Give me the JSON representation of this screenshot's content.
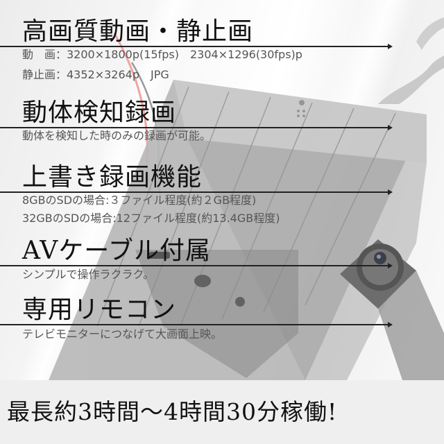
{
  "sections": [
    {
      "title": "高画質動画・静止画",
      "lines": [
        "動　画：3200×1800p(15fps)　2304×1296(30fps)p",
        "静止画：4352×3264p　JPG"
      ]
    },
    {
      "title": "動体検知録画",
      "lines": [
        "動体を検知した時のみの録画が可能。"
      ]
    },
    {
      "title": "上書き録画機能",
      "lines": [
        "8GBのSDの場合:３ファイル程度(約２GB程度)",
        "32GBのSDの場合:12ファイル程度(約13.4GB程度)"
      ]
    },
    {
      "title": "AVケーブル付属",
      "lines": [
        "シンプルで操作ラクラク。"
      ]
    },
    {
      "title": "専用リモコン",
      "lines": [
        "テレビモニターにつなげて大画面上映。"
      ]
    }
  ],
  "footer": {
    "headline": "最長約3時間〜4時間30分稼働!"
  },
  "colors": {
    "title_text": "#111111",
    "sub_text": "#555555",
    "rule": "#222222",
    "device_body": "#b4b4b4",
    "background": "#f2f2f2"
  }
}
